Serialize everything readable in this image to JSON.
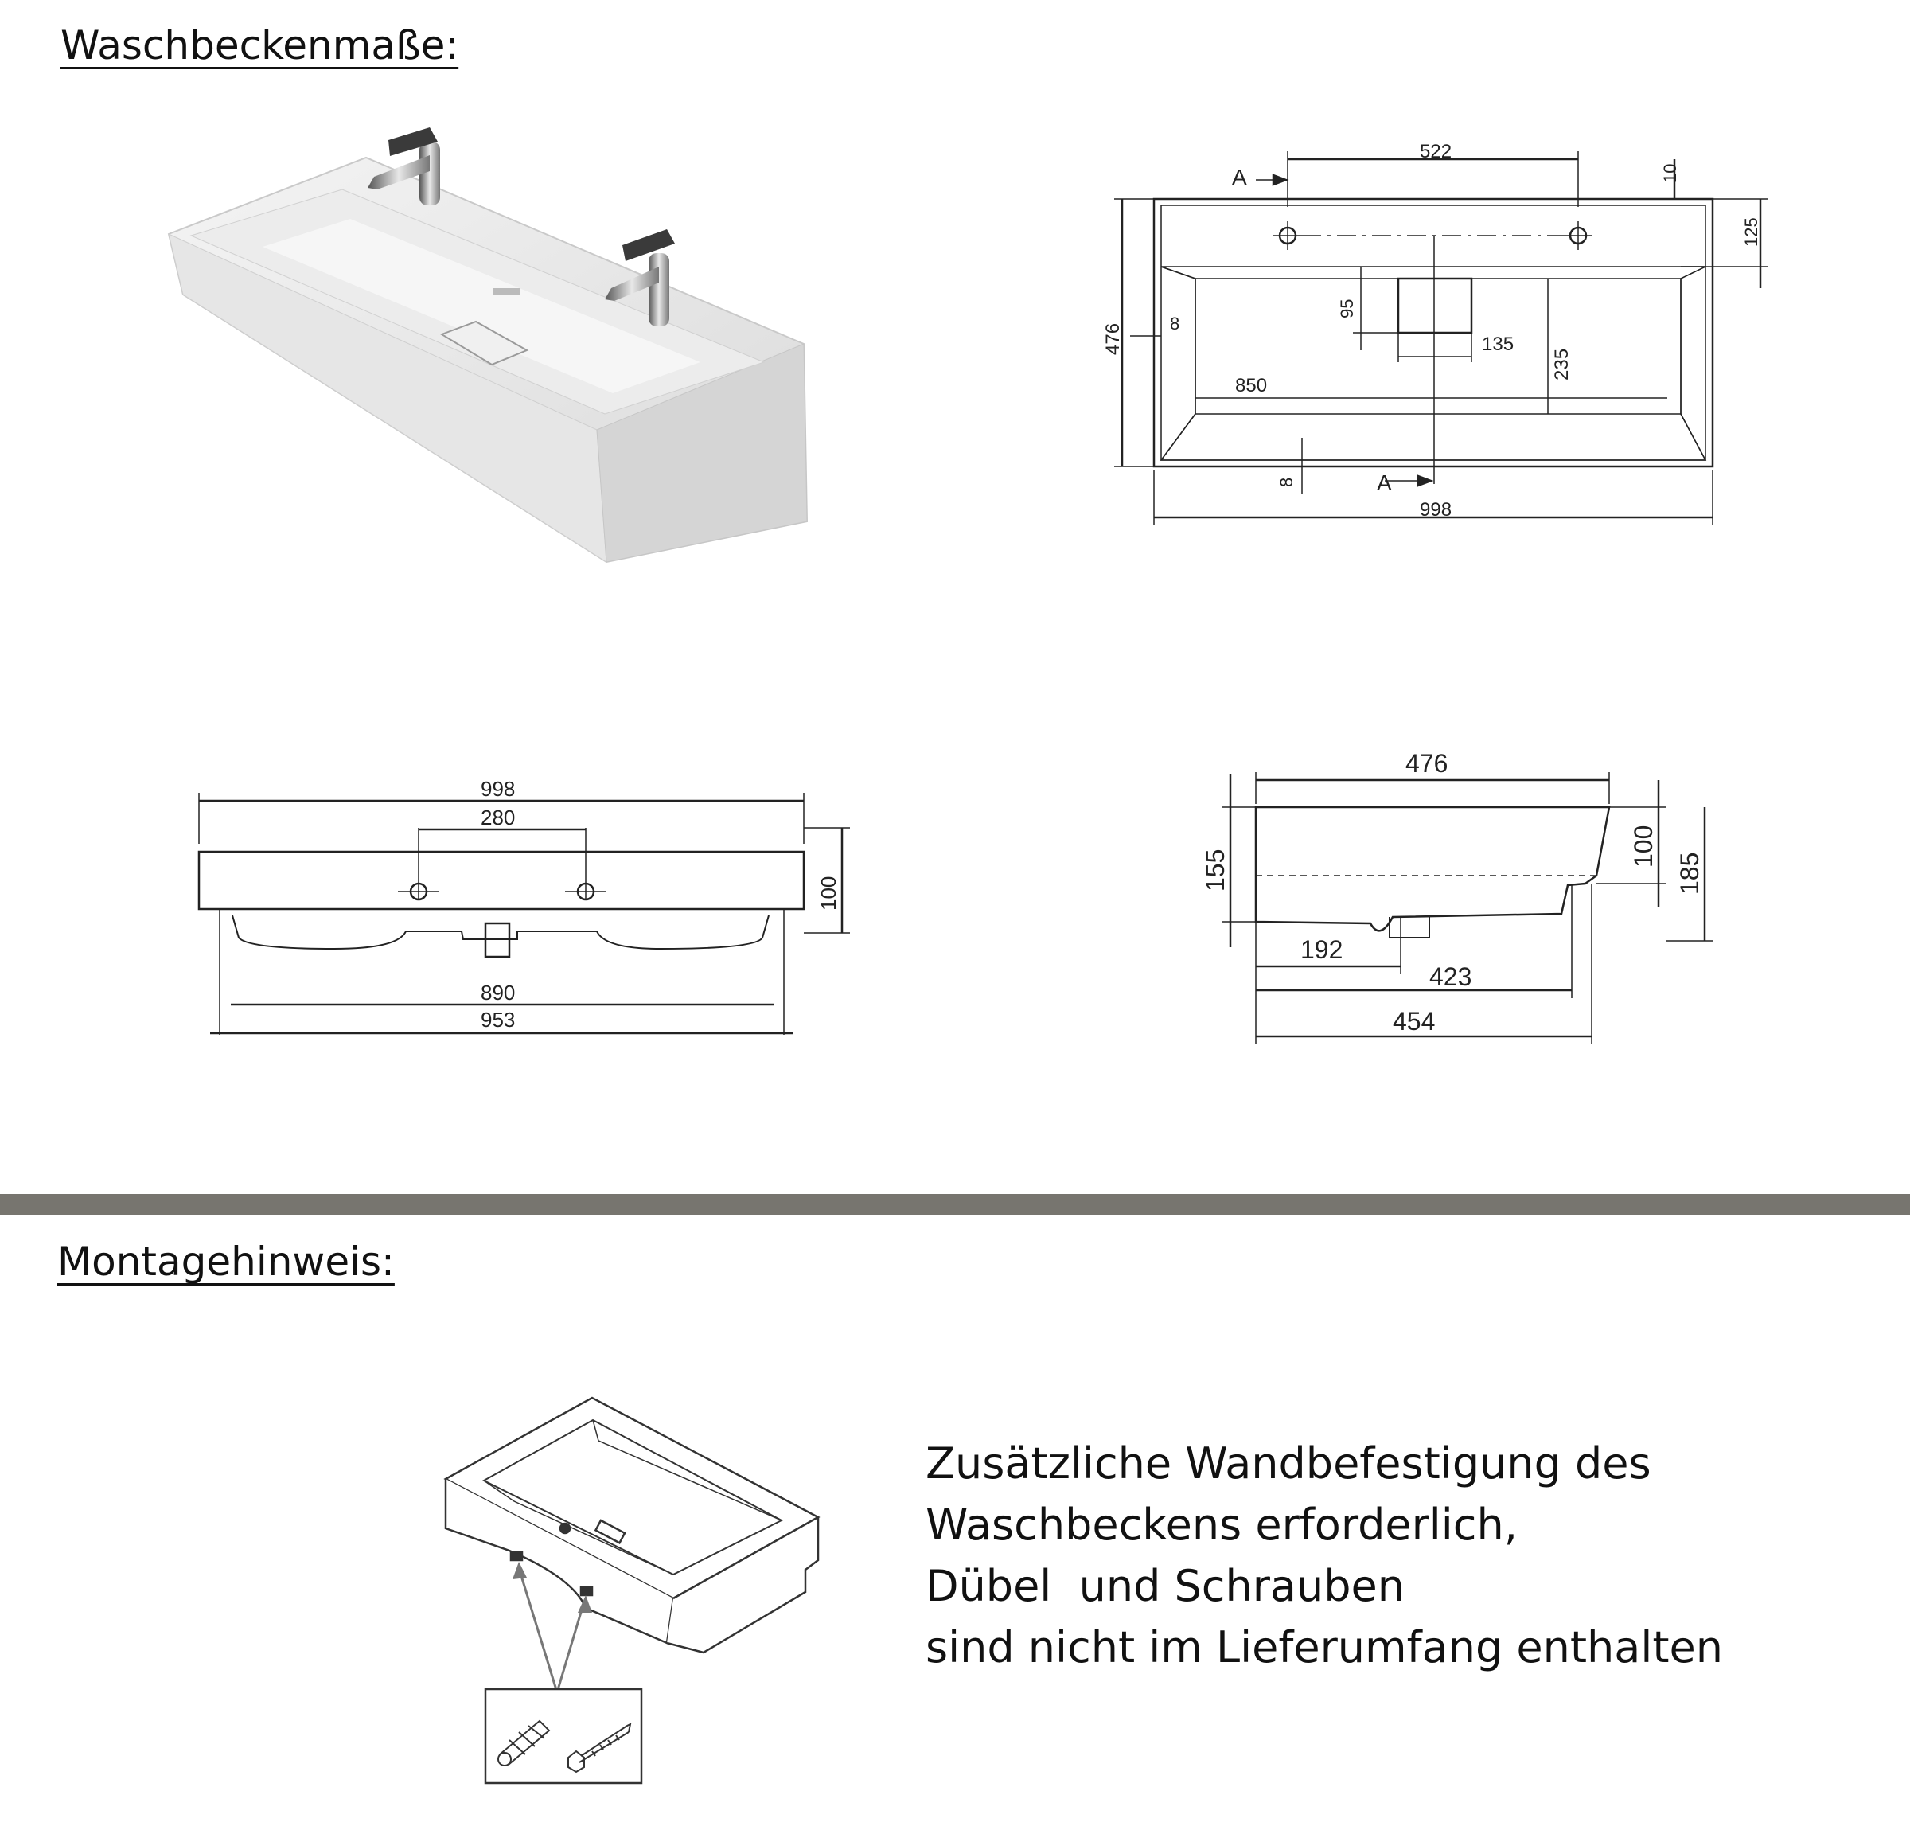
{
  "headings": {
    "dimensions": "Waschbeckenmaße:",
    "mounting": "Montagehinweis:"
  },
  "diagrams": {
    "top_view": {
      "width": "998",
      "depth": "476",
      "tap_spacing": "522",
      "hole_edge": "10",
      "deck_depth": "125",
      "overflow_height": "95",
      "overflow_width": "135",
      "basin_depth_inner": "235",
      "basin_length_inner": "850",
      "rim_side": "8",
      "rim_front": "8",
      "section_label": "A"
    },
    "front_view": {
      "width": "998",
      "tap_spacing": "280",
      "height": "100",
      "inner_width": "890",
      "outer_bottom_width": "953"
    },
    "side_view": {
      "depth": "476",
      "left_height": "155",
      "right_height": "100",
      "total_height": "185",
      "drain_offset": "192",
      "bottom_depth": "423",
      "base_depth": "454"
    }
  },
  "mounting_note": {
    "lines": [
      "Zusätzliche Wandbefestigung des",
      "Waschbeckens erforderlich,",
      "Dübel  und Schrauben",
      "sind nicht im Lieferumfang enthalten"
    ]
  },
  "colors": {
    "divider": "#77756f",
    "line": "#222222"
  }
}
